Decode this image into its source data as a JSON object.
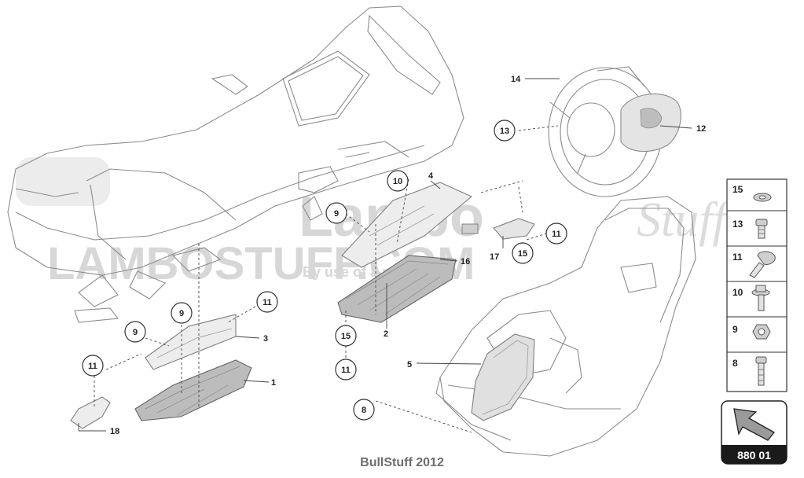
{
  "diagram": {
    "callouts": [
      {
        "id": "c13",
        "label": "13"
      },
      {
        "id": "c10a",
        "label": "10"
      },
      {
        "id": "c9a",
        "label": "9"
      },
      {
        "id": "c11a",
        "label": "11"
      },
      {
        "id": "c15a",
        "label": "15"
      },
      {
        "id": "c11b",
        "label": "11"
      },
      {
        "id": "c9b",
        "label": "9"
      },
      {
        "id": "c9c",
        "label": "9"
      },
      {
        "id": "c11c",
        "label": "11"
      },
      {
        "id": "c15b",
        "label": "15"
      },
      {
        "id": "c11d",
        "label": "11"
      },
      {
        "id": "c8",
        "label": "8"
      }
    ],
    "plain_labels": [
      {
        "id": "p14",
        "label": "14"
      },
      {
        "id": "p12",
        "label": "12"
      },
      {
        "id": "p4",
        "label": "4"
      },
      {
        "id": "p16",
        "label": "16"
      },
      {
        "id": "p17",
        "label": "17"
      },
      {
        "id": "p2",
        "label": "2"
      },
      {
        "id": "p3",
        "label": "3"
      },
      {
        "id": "p1",
        "label": "1"
      },
      {
        "id": "p18",
        "label": "18"
      },
      {
        "id": "p5",
        "label": "5"
      }
    ],
    "legend": [
      {
        "label": "15",
        "icon": "washer-icon"
      },
      {
        "label": "13",
        "icon": "short-bolt-icon"
      },
      {
        "label": "11",
        "icon": "round-head-screw-icon"
      },
      {
        "label": "10",
        "icon": "flange-bolt-icon"
      },
      {
        "label": "9",
        "icon": "hex-nut-icon"
      },
      {
        "label": "8",
        "icon": "long-bolt-icon"
      }
    ],
    "badge": {
      "label": "880 01",
      "icon": "direction-arrow-icon"
    },
    "watermark": {
      "line1": "Lambo",
      "line2": "LAMBOSTUFF.COM",
      "line3": "By use of a parcel",
      "script": "Stuff"
    },
    "footer": "BullStuff 2012"
  }
}
